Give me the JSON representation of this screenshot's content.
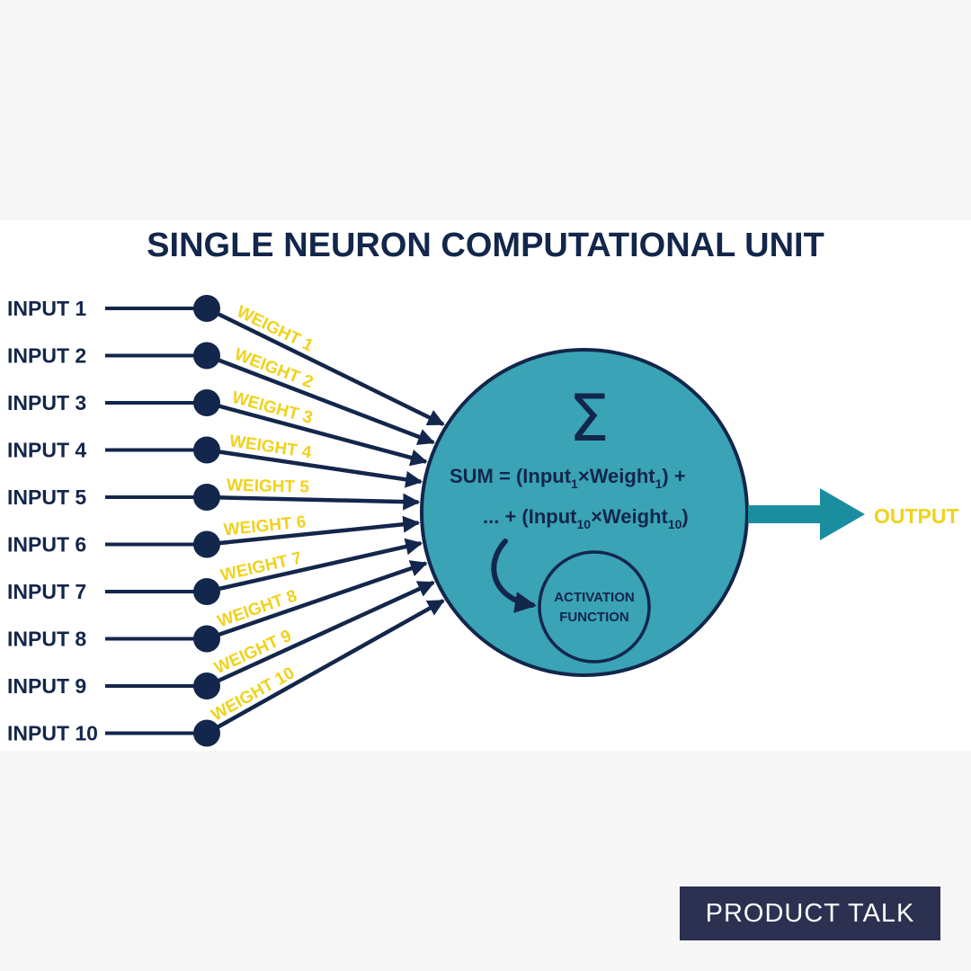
{
  "title": "SINGLE NEURON COMPUTATIONAL UNIT",
  "inputs": [
    {
      "label": "INPUT 1",
      "weight": "WEIGHT 1"
    },
    {
      "label": "INPUT 2",
      "weight": "WEIGHT 2"
    },
    {
      "label": "INPUT 3",
      "weight": "WEIGHT 3"
    },
    {
      "label": "INPUT 4",
      "weight": "WEIGHT 4"
    },
    {
      "label": "INPUT 5",
      "weight": "WEIGHT 5"
    },
    {
      "label": "INPUT 6",
      "weight": "WEIGHT 6"
    },
    {
      "label": "INPUT 7",
      "weight": "WEIGHT 7"
    },
    {
      "label": "INPUT 8",
      "weight": "WEIGHT 8"
    },
    {
      "label": "INPUT 9",
      "weight": "WEIGHT 9"
    },
    {
      "label": "INPUT 10",
      "weight": "WEIGHT 10"
    }
  ],
  "neuron": {
    "symbol": "Σ",
    "formula": {
      "line1": {
        "prefix": "SUM = (Input",
        "sub1": "1",
        "middle": "×Weight",
        "sub2": "1",
        "suffix": ") +"
      },
      "line2": {
        "prefix": "... + (Input",
        "sub1": "10",
        "middle": "×Weight",
        "sub2": "10",
        "suffix": ")"
      }
    },
    "activation": {
      "line1": "ACTIVATION",
      "line2": "FUNCTION"
    }
  },
  "output": {
    "label": "OUTPUT"
  },
  "brand": {
    "label": "PRODUCT TALK"
  },
  "colors": {
    "navy": "#13264b",
    "teal": "#3aa3b6",
    "output_arrow": "#1a8e9f",
    "weight_text": "#f0d21c",
    "badge": "#2c3152"
  }
}
